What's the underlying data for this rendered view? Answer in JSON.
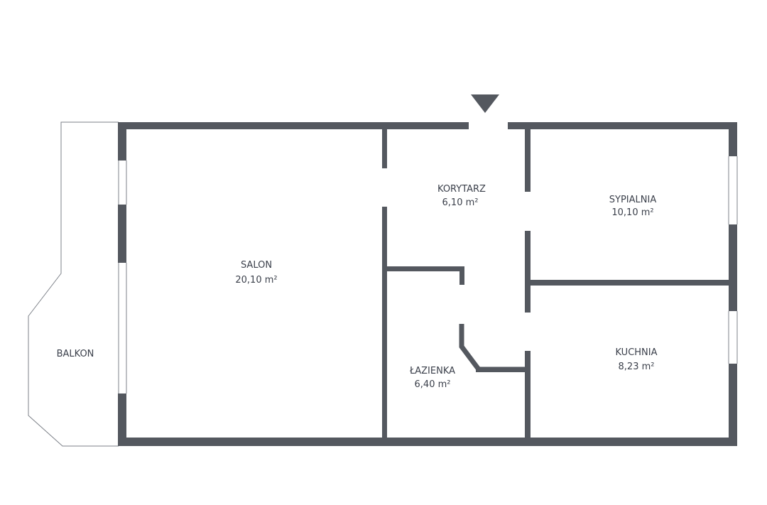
{
  "colors": {
    "wall": "#54585f",
    "thin_line": "#7c8088",
    "text": "#3a3f4a",
    "background": "#ffffff"
  },
  "rooms": {
    "salon": {
      "name": "SALON",
      "area": "20,10 m²"
    },
    "korytarz": {
      "name": "KORYTARZ",
      "area": "6,10 m²"
    },
    "sypialnia": {
      "name": "SYPIALNIA",
      "area": "10,10 m²"
    },
    "lazienka": {
      "name": "ŁAZIENKA",
      "area": "6,40 m²"
    },
    "kuchnia": {
      "name": "KUCHNIA",
      "area": "8,23 m²"
    },
    "balkon": {
      "name": "BALKON"
    }
  },
  "icons": {
    "entrance": "entrance-arrow-icon"
  }
}
